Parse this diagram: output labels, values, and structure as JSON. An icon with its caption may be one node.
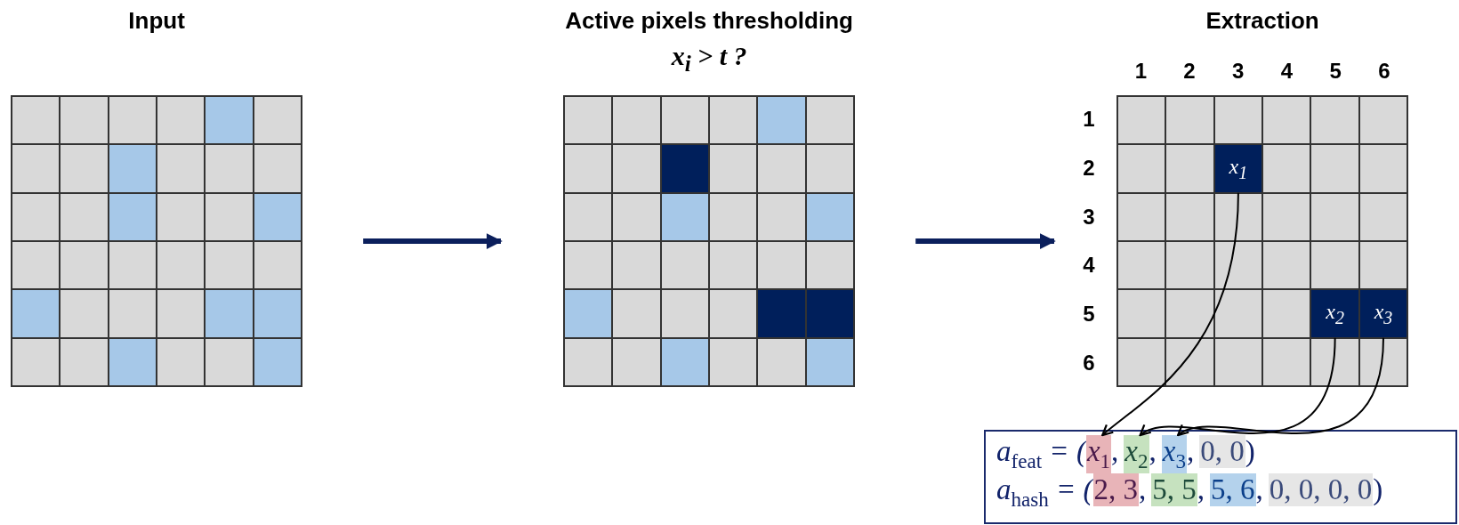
{
  "diagram": {
    "nodes": [
      {
        "text": [
          "Input"
        ]
      },
      {
        "text": [
          "Active pixels thresholding",
          "x$_{i}$ > t ?"
        ]
      },
      {
        "text": [
          "Extraction"
        ]
      },
      {
        "text": [
          "x$_{1}$"
        ],
        "in": 2
      },
      {
        "text": [
          "x$_{2}$"
        ],
        "in": 2
      },
      {
        "text": [
          "x$_{3}$"
        ],
        "in": 2
      },
      {
        "text": [],
        "shape": "box"
      },
      {
        "text": [
          "x$_{1}$"
        ],
        "in": 6
      },
      {
        "text": [
          "x$_{2}$"
        ],
        "in": 6
      },
      {
        "text": [
          "x$_{3}$"
        ],
        "in": 6
      },
      {
        "text": [
          "0, 0"
        ],
        "in": 6
      },
      {
        "text": [
          "2, 3"
        ],
        "in": 6
      },
      {
        "text": [
          "5, 5"
        ],
        "in": 6
      },
      {
        "text": [
          "5, 6"
        ],
        "in": 6
      },
      {
        "text": [
          "0, 0, 0, 0"
        ],
        "in": 6
      }
    ],
    "edges": [
      {
        "from": 0,
        "to": 1,
        "arrow": "to",
        "style": "thick",
        "color": "#0b1f5c"
      },
      {
        "from": 1,
        "to": 2,
        "arrow": "to",
        "style": "thick",
        "color": "#0b1f5c"
      },
      {
        "from": 3,
        "to": 7,
        "arrow": "to"
      },
      {
        "from": 4,
        "to": 8,
        "arrow": "to"
      },
      {
        "from": 5,
        "to": 9,
        "arrow": "to"
      }
    ],
    "labels": [
      "1",
      "2",
      "3",
      "4",
      "5",
      "6",
      "1",
      "2",
      "3",
      "4",
      "5",
      "6",
      "a$_{feat}$ = (",
      ",",
      ",",
      ",",
      ")",
      "a$_{hash}$ = (",
      ",",
      ",",
      ",",
      ")"
    ]
  }
}
